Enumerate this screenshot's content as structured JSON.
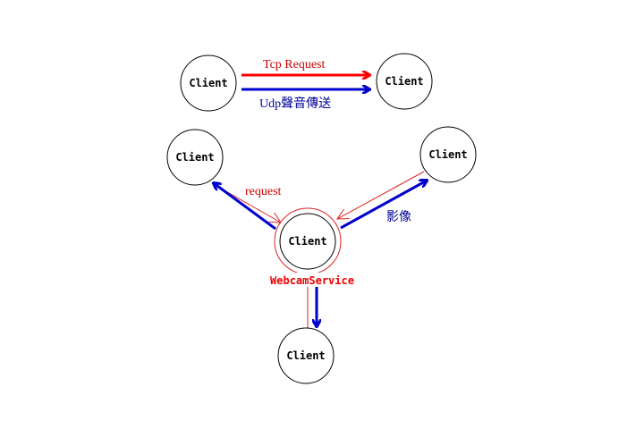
{
  "colors": {
    "tcp": "#ff0000",
    "udp": "#0000cc",
    "thin_red": "#dd2222",
    "node_stroke": "#000000",
    "background": "#ffffff"
  },
  "nodes": {
    "top_left": "Client",
    "top_right": "Client",
    "mid_left": "Client",
    "mid_right": "Client",
    "center": "Client",
    "bottom": "Client"
  },
  "edges": {
    "tcp_label": "Tcp Request",
    "udp_label": "Udp聲音傳送",
    "request_label": "request",
    "video_label": "影像"
  },
  "service": {
    "label": "WebcamService"
  }
}
